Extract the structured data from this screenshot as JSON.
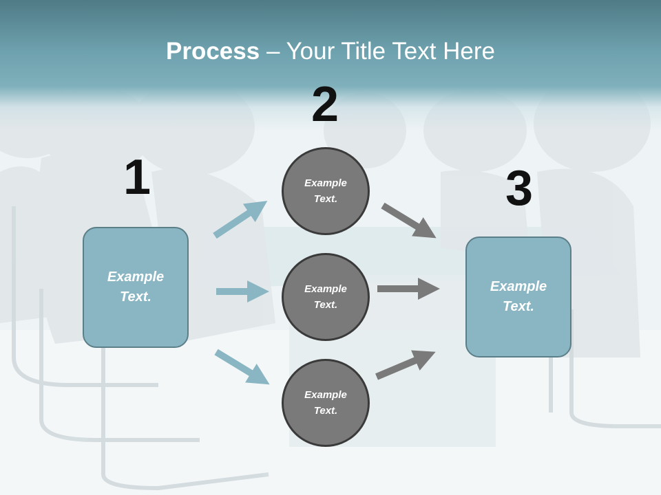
{
  "slide": {
    "title_bold": "Process",
    "title_rest": " – Your Title Text Here"
  },
  "steps": [
    {
      "number": "1",
      "label_line1": "Example",
      "label_line2": "Text."
    },
    {
      "number": "2"
    },
    {
      "number": "3",
      "label_line1": "Example",
      "label_line2": "Text."
    }
  ],
  "circles": [
    {
      "label_line1": "Example",
      "label_line2": "Text."
    },
    {
      "label_line1": "Example",
      "label_line2": "Text."
    },
    {
      "label_line1": "Example",
      "label_line2": "Text."
    }
  ],
  "colors": {
    "header": "#6ea2ae",
    "box_fill": "#8ab6c3",
    "box_border": "#5b7f89",
    "circle_fill": "#7a7a7a",
    "circle_border": "#3a3a3a",
    "arrow_blue": "#8ab6c3",
    "arrow_gray": "#7a7a7a"
  },
  "background": {
    "description_icon": "meeting-people-illustration"
  }
}
